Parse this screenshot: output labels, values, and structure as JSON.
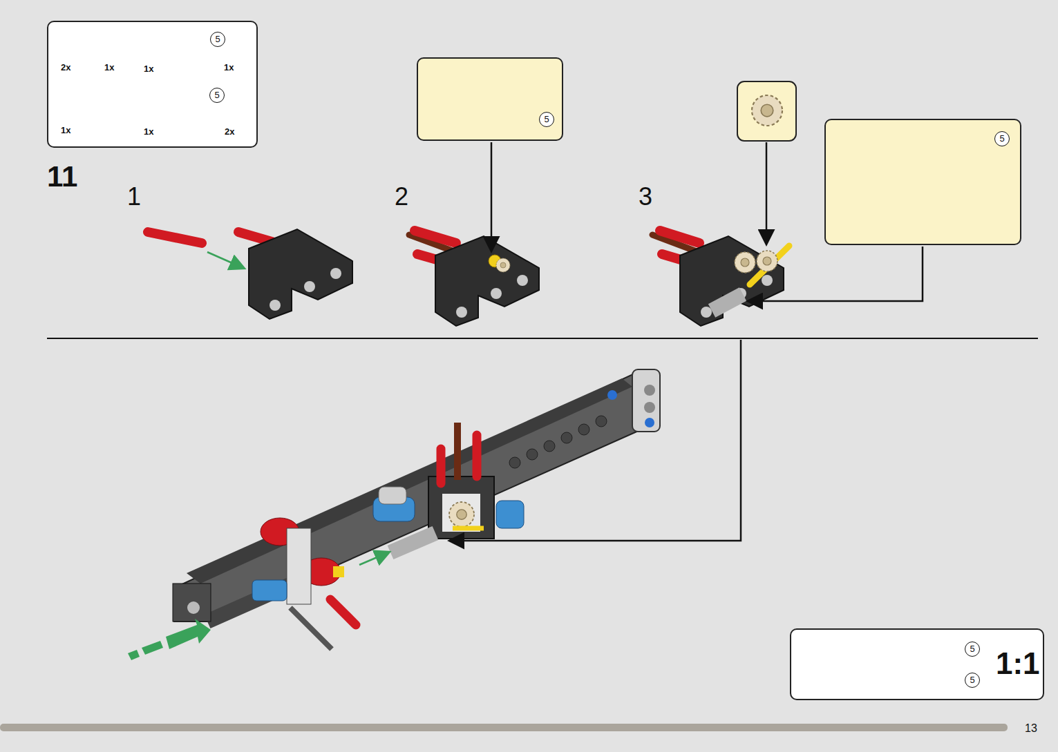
{
  "diagram": {
    "nodes": [
      {
        "text": [
          "2x",
          "1x",
          "1x",
          "5",
          "1x",
          "1x",
          "1x",
          "5",
          "2x"
        ]
      },
      {
        "text": [
          "5"
        ]
      },
      {
        "text": [
          "5"
        ]
      },
      {
        "text": [
          "5",
          "5",
          "1:1"
        ]
      }
    ],
    "labels": [
      "11",
      "1",
      "2",
      "3",
      "13"
    ]
  }
}
